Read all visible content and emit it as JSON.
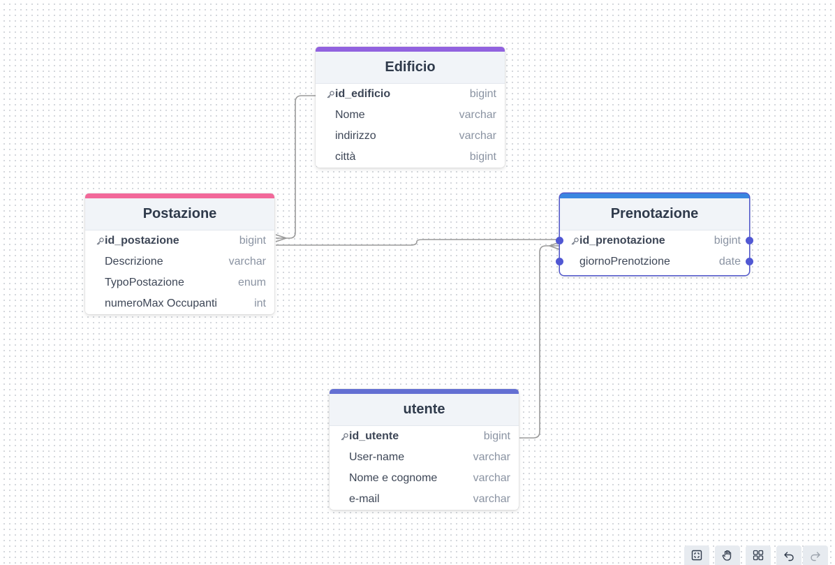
{
  "diagram": {
    "tables": [
      {
        "id": "edificio",
        "title": "Edificio",
        "accent": "#9162df",
        "columns": [
          {
            "name": "id_edificio",
            "type": "bigint",
            "pk": true
          },
          {
            "name": "Nome",
            "type": "varchar"
          },
          {
            "name": "indirizzo",
            "type": "varchar"
          },
          {
            "name": "città",
            "type": "bigint"
          }
        ]
      },
      {
        "id": "postazione",
        "title": "Postazione",
        "accent": "#f2699a",
        "columns": [
          {
            "name": "id_postazione",
            "type": "bigint",
            "pk": true
          },
          {
            "name": "Descrizione",
            "type": "varchar"
          },
          {
            "name": "TypoPostazione",
            "type": "enum"
          },
          {
            "name": "numeroMax Occupanti",
            "type": "int"
          }
        ]
      },
      {
        "id": "prenotazione",
        "title": "Prenotazione",
        "accent": "#3a86e0",
        "selected": true,
        "columns": [
          {
            "name": "id_prenotazione",
            "type": "bigint",
            "pk": true
          },
          {
            "name": "giornoPrenotzione",
            "type": "date"
          }
        ]
      },
      {
        "id": "utente",
        "title": "utente",
        "accent": "#636fd3",
        "columns": [
          {
            "name": "id_utente",
            "type": "bigint",
            "pk": true
          },
          {
            "name": "User-name",
            "type": "varchar"
          },
          {
            "name": "Nome e cognome",
            "type": "varchar"
          },
          {
            "name": "e-mail",
            "type": "varchar"
          }
        ]
      }
    ],
    "relationships": [
      {
        "from": "edificio.id_edificio",
        "to": "postazione.id_postazione",
        "cardinality": "one-to-many"
      },
      {
        "from": "postazione.id_postazione",
        "to": "prenotazione.id_prenotazione",
        "cardinality": "one-to-many"
      },
      {
        "from": "utente.id_utente",
        "to": "prenotazione.id_prenotazione",
        "cardinality": "one-to-many"
      }
    ]
  },
  "toolbar": {
    "buttons": [
      {
        "icon": "fit-view-icon"
      },
      {
        "icon": "hand-pan-icon"
      },
      {
        "icon": "grid-layout-icon"
      },
      {
        "icon": "undo-icon"
      },
      {
        "icon": "redo-icon",
        "disabled": true
      }
    ]
  },
  "colors": {
    "edge": "#9a9a9a",
    "handle": "#5158d3",
    "header_bg": "#f1f4f8"
  }
}
